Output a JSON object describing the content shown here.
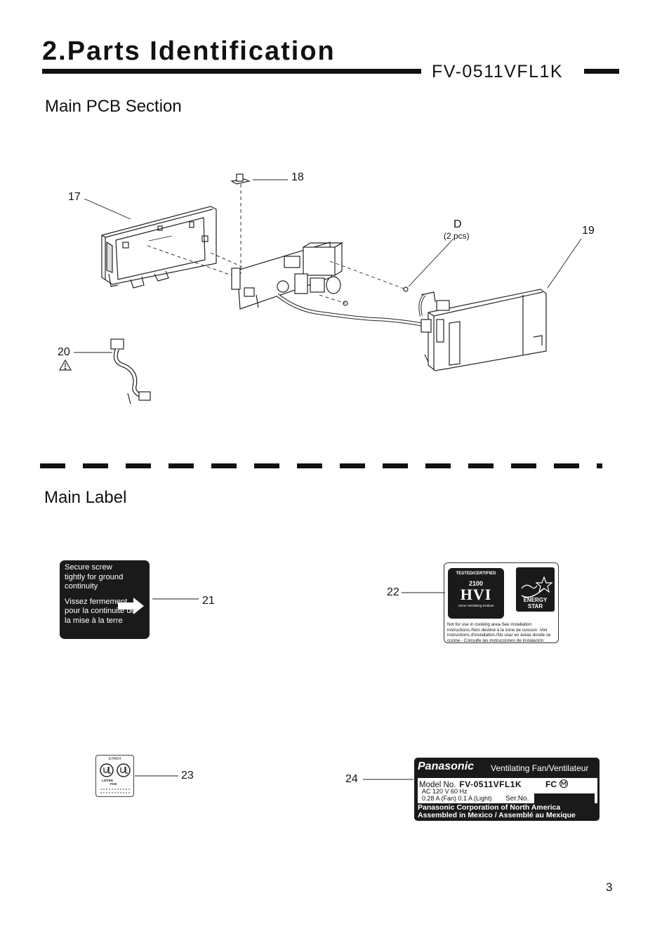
{
  "header": {
    "title": "2.Parts Identification",
    "model": "FV-0511VFL1K"
  },
  "sections": {
    "pcb": "Main PCB Section",
    "label": "Main Label"
  },
  "callouts": {
    "p17": "17",
    "p18": "18",
    "p19": "19",
    "p20": "20",
    "d": "D",
    "d_qty": "(2 pcs)",
    "p21": "21",
    "p22": "22",
    "p23": "23",
    "p24": "24"
  },
  "label21": {
    "en_text": "Secure screw tightly for ground continuity",
    "fr_text": "Vissez fermement pour la continuité de la mise à la terre"
  },
  "label22": {
    "tested": "TESTED/CERTIFIED",
    "rating": "2100",
    "hvi": "HVI",
    "institute": "Home Ventilating Institute",
    "energy_star": "ENERGY STAR",
    "notice": "Not for use in cooking area-See installation instructions./Non destiné à la zone de cuisson -Voir instructions d'installation./No usar en áreas donde se cocine - Consulte las instrucciones de instalación."
  },
  "label23": {
    "code": "E76414",
    "listed": "LISTED",
    "fan": "FAN"
  },
  "label24": {
    "brand": "Panasonic",
    "product": "Ventilating Fan/Ventilateur",
    "model_label": "Model No.",
    "model_value": "FV-0511VFL1K",
    "fc": "FC",
    "power": "AC 120 V  60 Hz",
    "current": "0.28 A (Fan) 0.1 A (Light)",
    "serial": "Ser.No.",
    "corp": "Panasonic Corporation of North America",
    "assembled": "Assembled in Mexico / Assemblé au Mexique"
  },
  "page_number": "3"
}
